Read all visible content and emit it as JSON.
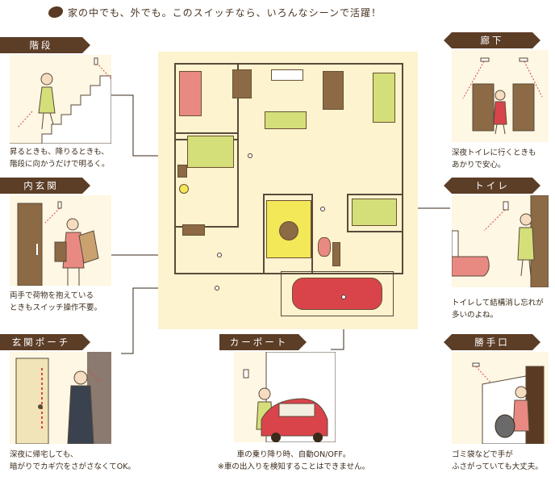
{
  "header": {
    "title": "家の中でも、外でも。このスイッチなら、いろんなシーンで活躍！"
  },
  "scenes": {
    "stairs": {
      "label": "階段",
      "caption": [
        "昇るときも、降りるときも、",
        "階段に向かうだけで明るく。"
      ]
    },
    "entrance": {
      "label": "内玄関",
      "caption": [
        "両手で荷物を抱えている",
        "ときもスイッチ操作不要。"
      ]
    },
    "porch": {
      "label": "玄関ポーチ",
      "caption": [
        "深夜に帰宅しても、",
        "暗がりでカギ穴をさがさなくてOK。"
      ]
    },
    "carport": {
      "label": "カーポート",
      "caption": [
        "車の乗り降り時、自動ON/OFF。",
        "※車の出入りを検知することはできません。"
      ]
    },
    "hallway": {
      "label": "廊下",
      "caption": [
        "深夜トイレに行くときも",
        "あかりで安心。"
      ]
    },
    "toilet": {
      "label": "トイレ",
      "caption": [
        "トイレして結構消し忘れが",
        "多いのよね。"
      ]
    },
    "backdoor": {
      "label": "勝手口",
      "caption": [
        "ゴミ袋などで手が",
        "ふさがっていても大丈夫。"
      ]
    }
  },
  "colors": {
    "tag": "#5c3d26",
    "panel": "#fdf7e3",
    "plan": "#fdf3cf",
    "sofa_green": "#d4df7a",
    "bed_pink": "#e98a82",
    "wood": "#8b6a45",
    "yellow_rug": "#f2e858",
    "car_red": "#d9444b"
  }
}
